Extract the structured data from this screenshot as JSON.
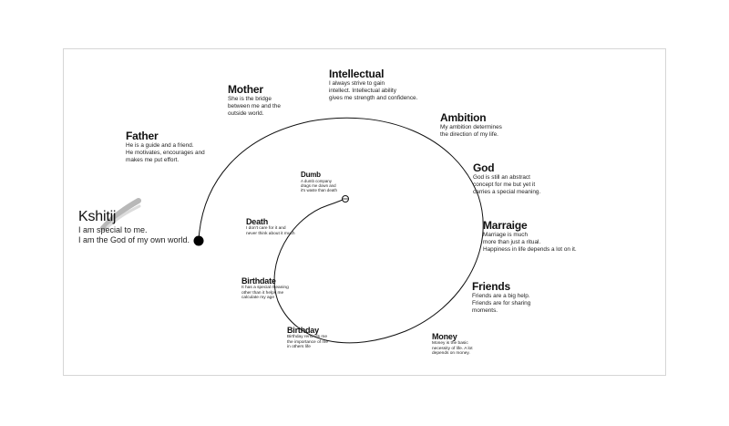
{
  "nodes": {
    "kshitij": {
      "title": "Kshitij",
      "desc": "I am special to me.\nI am the God of my own world."
    },
    "father": {
      "title": "Father",
      "desc": "He is a guide and a friend.\nHe motivates, encourages and\nmakes me put effort."
    },
    "mother": {
      "title": "Mother",
      "desc": "She is the bridge\nbetween me and the\noutside world."
    },
    "intellectual": {
      "title": "Intellectual",
      "desc": "I always strive to gain\nintellect. Intellectual ability\ngives me strength and confidence."
    },
    "ambition": {
      "title": "Ambition",
      "desc": "My ambition determines\nthe direction of my life."
    },
    "god": {
      "title": "God",
      "desc": "God is still an abstract\nconcept for me but yet it\ncarries a special meaning."
    },
    "marraige": {
      "title": "Marraige",
      "desc": "Marriage is much\nmore than just a ritual.\nHappiness in life depends a lot on it."
    },
    "friends": {
      "title": "Friends",
      "desc": "Friends are a big help.\nFriends are for sharing\nmoments."
    },
    "money": {
      "title": "Money",
      "desc": "Money is the basic\nnecessity of life. A lot\ndepends on money."
    },
    "birthday": {
      "title": "Birthday",
      "desc": "Birthday reminds me\nthe importance of me\nin others life"
    },
    "birthdate": {
      "title": "Birthdate",
      "desc": "It has a special meaning\nother than it helps me\ncalculate my age"
    },
    "death": {
      "title": "Death",
      "desc": "I don't care for it and\nnever think about it much"
    },
    "dumb": {
      "title": "Dumb",
      "desc": "A dumb company\ndrags me down and\nit's waste than death"
    }
  },
  "colors": {
    "accent_brush": "#b8b8b8",
    "line": "#111111",
    "frame": "#d6d6d6"
  }
}
